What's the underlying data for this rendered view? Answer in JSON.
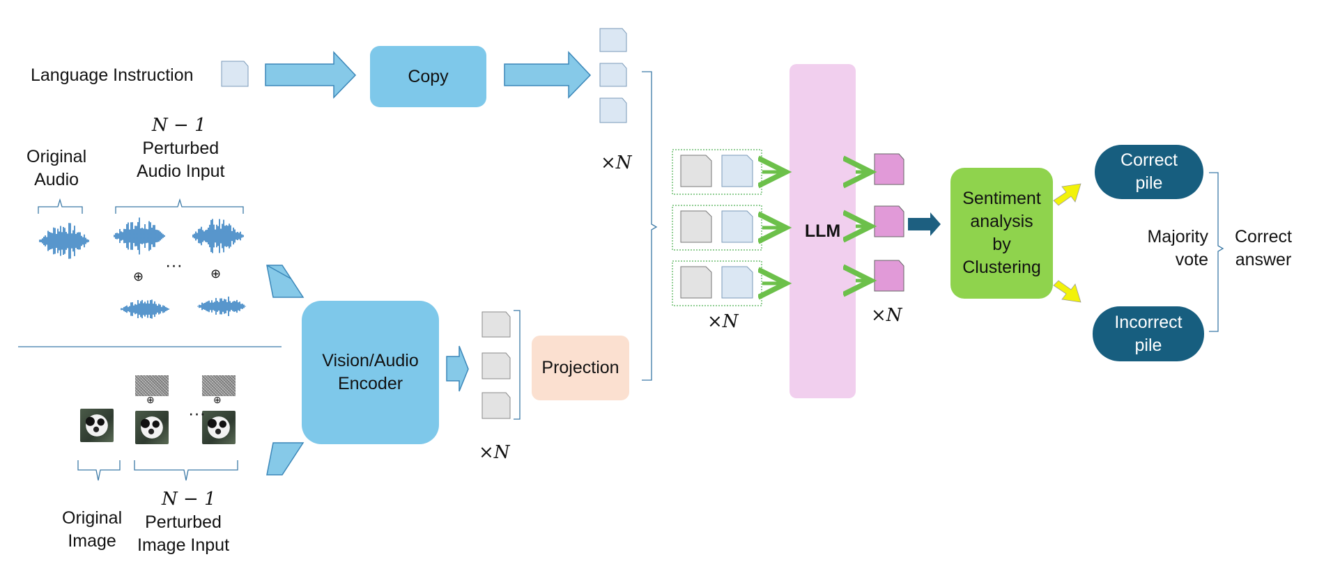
{
  "labels": {
    "language_instruction": "Language Instruction",
    "copy": "Copy",
    "n_minus_1_audio": "N − 1",
    "perturbed_audio_input": "Perturbed\nAudio Input",
    "original_audio": "Original\nAudio",
    "times_n_top": "×N",
    "vision_audio_encoder": "Vision/Audio\nEncoder",
    "projection": "Projection",
    "times_n_proj": "×N",
    "llm": "LLM",
    "times_n_inputs": "×N",
    "times_n_outputs": "×N",
    "sentiment": "Sentiment\nanalysis\nby\nClustering",
    "correct_pile": "Correct\npile",
    "incorrect_pile": "Incorrect\npile",
    "majority_vote": "Majority\nvote",
    "correct_answer": "Correct\nanswer",
    "original_image": "Original\nImage",
    "n_minus_1_image": "N − 1",
    "perturbed_image_input": "Perturbed\nImage Input",
    "ellipsis_audio": "···",
    "ellipsis_image": "···",
    "oplus": "⊕"
  },
  "colors": {
    "blue_box": "#7ec8ea",
    "arrow_blue": "#86c9e8",
    "token_light": "#dbe7f3",
    "token_grey": "#e3e3e3",
    "projection": "#fbe0d0",
    "llm": "#f1cfee",
    "output_token": "#e19ad8",
    "sentiment": "#8fd34d",
    "pile": "#175e7f",
    "dark_arrow": "#1d5f80",
    "yellow_arrow": "#f2f20a",
    "waveform": "#2e7cbf",
    "bracket": "#3b79a6",
    "dotted_green": "#4caf50"
  }
}
